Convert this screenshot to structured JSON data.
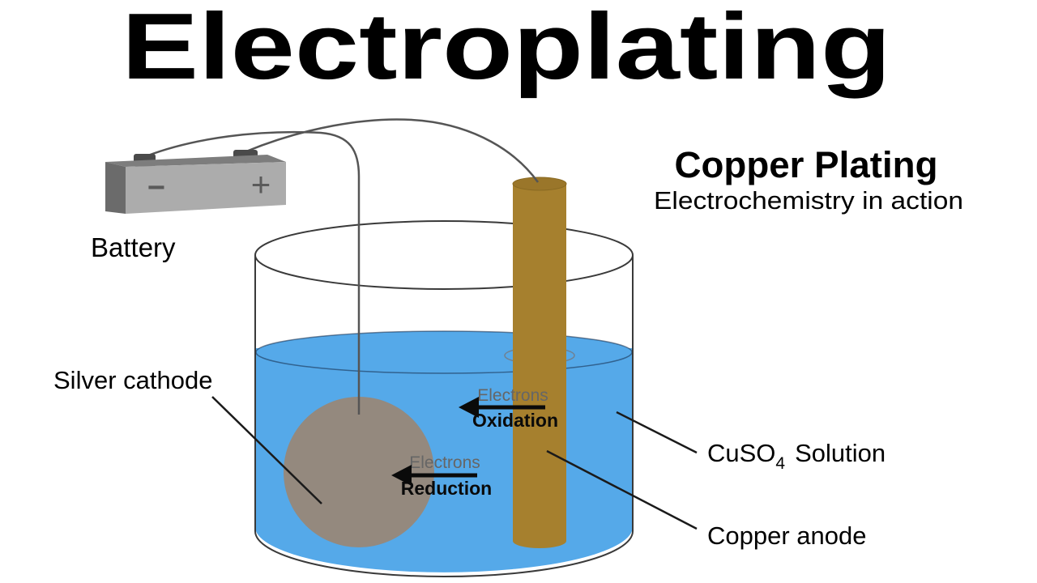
{
  "title": "Electroplating",
  "heading": {
    "title": "Copper Plating",
    "subtitle": "Electrochemistry in action"
  },
  "labels": {
    "battery": "Battery",
    "battery_minus": "−",
    "battery_plus": "+",
    "silver_cathode": "Silver cathode",
    "cuso_prefix": "CuSO",
    "cuso_sub": "4",
    "cuso_suffix": "Solution",
    "copper_anode": "Copper anode",
    "electrons_top": "Electrons",
    "oxidation": "Oxidation",
    "electrons_bottom": "Electrons",
    "reduction": "Reduction"
  },
  "colors": {
    "solution_blue": "#55a9e9",
    "copper": "#a6802e",
    "copper_top": "#9a762a",
    "cathode_gray": "#94897e",
    "battery_front": "#acacac",
    "battery_top": "#7d7d7d",
    "battery_side": "#6b6b6b",
    "terminal": "#4a4a4a",
    "outline": "#3a3a3a",
    "wire": "#555555",
    "electrons_text": "#666666",
    "text_black": "#000000"
  }
}
